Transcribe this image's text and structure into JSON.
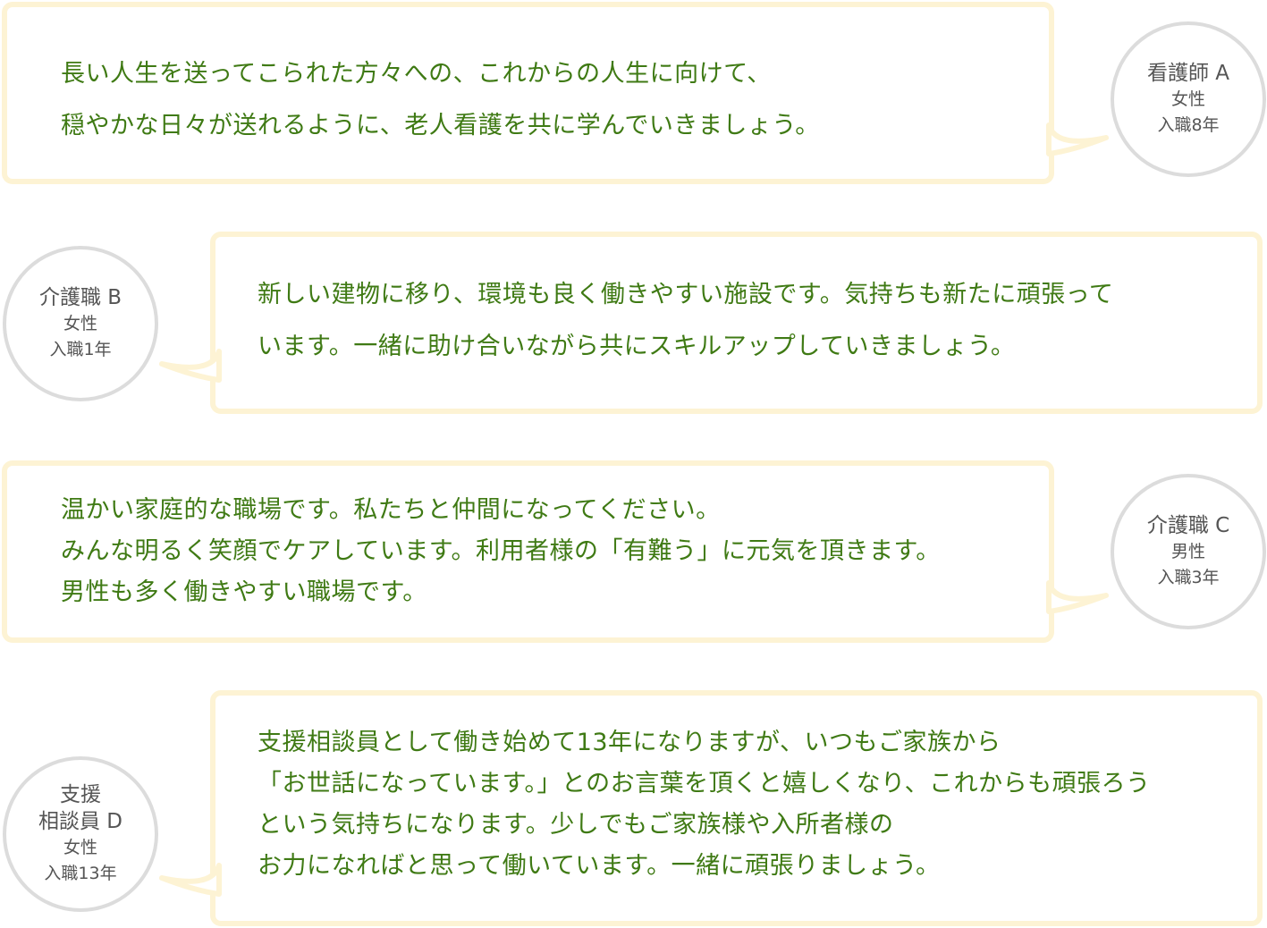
{
  "testimonials": [
    {
      "role_lines": [
        "看護師 A"
      ],
      "gender": "女性",
      "tenure": "入職8年",
      "message_lines": [
        "長い人生を送ってこられた方々への、これからの人生に向けて、",
        "穏やかな日々が送れるように、老人看護を共に学んでいきましょう。"
      ]
    },
    {
      "role_lines": [
        "介護職 B"
      ],
      "gender": "女性",
      "tenure": "入職1年",
      "message_lines": [
        "新しい建物に移り、環境も良く働きやすい施設です。気持ちも新たに頑張って",
        "います。一緒に助け合いながら共にスキルアップしていきましょう。"
      ]
    },
    {
      "role_lines": [
        "介護職 C"
      ],
      "gender": "男性",
      "tenure": "入職3年",
      "message_lines": [
        "温かい家庭的な職場です。私たちと仲間になってください。",
        "みんな明るく笑顔でケアしています。利用者様の「有難う」に元気を頂きます。",
        "男性も多く働きやすい職場です。"
      ]
    },
    {
      "role_lines": [
        "支援",
        "相談員 D"
      ],
      "gender": "女性",
      "tenure": "入職13年",
      "message_lines": [
        "支援相談員として働き始めて13年になりますが、いつもご家族から",
        "「お世話になっています。」とのお言葉を頂くと嬉しくなり、これからも頑張ろう",
        "という気持ちになります。少しでもご家族様や入所者様の",
        "お力になればと思って働いています。一緒に頑張りましょう。"
      ]
    }
  ],
  "colors": {
    "bubble_border": "#fdf3d4",
    "message_text": "#3f7a14",
    "avatar_border": "#dcdcdc",
    "avatar_text": "#555555"
  }
}
